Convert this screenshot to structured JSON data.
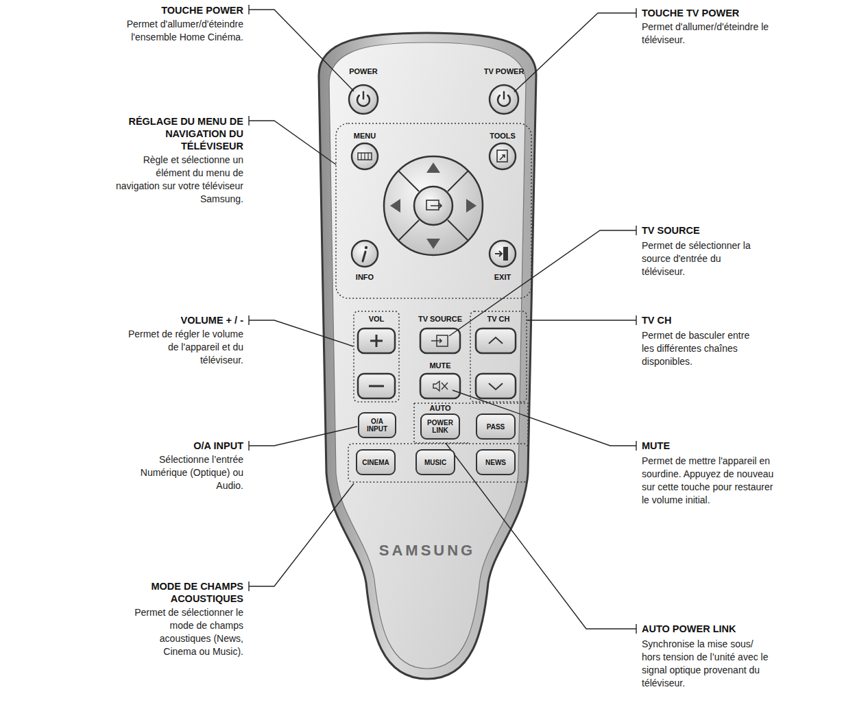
{
  "diagram": {
    "nodes": [
      {
        "text": [
          "O/A INPUT"
        ]
      },
      {
        "text": [
          "AUTO",
          "POWER LINK"
        ]
      },
      {
        "text": [
          "PASS"
        ]
      },
      {
        "text": [
          "CINEMA"
        ]
      },
      {
        "text": [
          "MUSIC"
        ]
      },
      {
        "text": [
          "NEWS"
        ]
      }
    ],
    "labels": [
      "TOUCHE POWER",
      "Permet d'allumer/d'éteindre l'ensemble Home Cinéma.",
      "RÉGLAGE DU MENU DE NAVIGATION DU TÉLÉVISEUR",
      "Règle et sélectionne un élément du menu de navigation sur votre téléviseur Samsung.",
      "VOLUME + / -",
      "Permet de régler le volume de l'appareil et du téléviseur.",
      "O/A INPUT",
      "Sélectionne l’entrée Numérique (Optique) ou Audio.",
      "MODE DE CHAMPS ACOUSTIQUES",
      "Permet de sélectionner le mode de champs acoustiques (News, Cinema ou Music).",
      "TOUCHE TV POWER",
      "Permet d'allumer/d'éteindre le téléviseur.",
      "TV SOURCE",
      "Permet de sélectionner la source d'entrée du téléviseur.",
      "TV CH",
      "Permet de basculer entre les différentes chaînes disponibles.",
      "MUTE",
      "Permet de mettre l'appareil en sourdine. Appuyez de nouveau sur cette touche pour restaurer le volume initial.",
      "AUTO POWER LINK",
      "Synchronise la mise sous/ hors tension de l’unité avec le signal optique provenant du téléviseur.",
      "POWER",
      "TV POWER",
      "MENU",
      "TOOLS",
      "INFO",
      "EXIT",
      "VOL",
      "TV SOURCE",
      "TV CH",
      "MUTE",
      "SAMSUNG"
    ]
  }
}
